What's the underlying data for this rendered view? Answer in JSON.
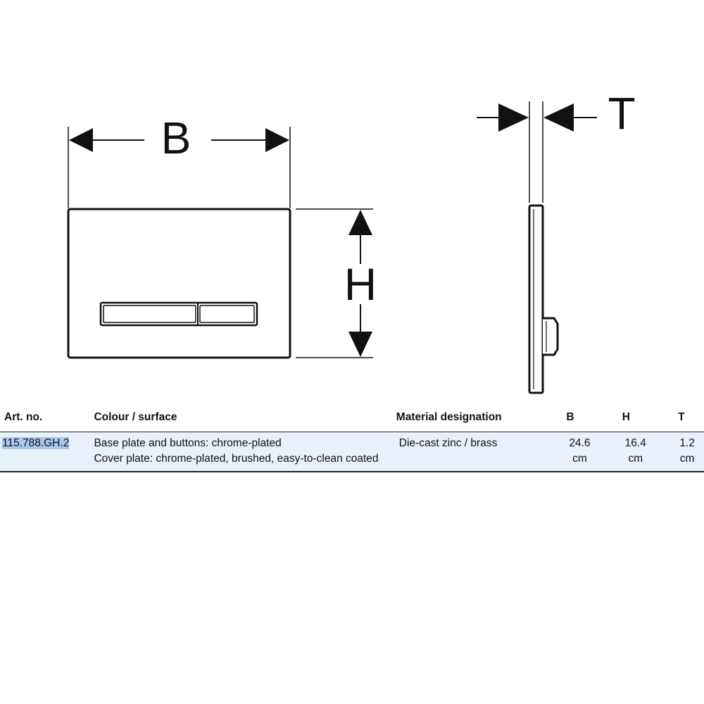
{
  "drawing": {
    "labels": {
      "width": "B",
      "height": "H",
      "thickness": "T"
    }
  },
  "table": {
    "headers": {
      "art_no": "Art. no.",
      "colour_surface": "Colour / surface",
      "material": "Material designation",
      "b": "B",
      "h": "H",
      "t": "T"
    },
    "row": {
      "art_no": "115.788.GH.2",
      "colour_line1": "Base plate and buttons: chrome-plated",
      "colour_line2": "Cover plate: chrome-plated, brushed, easy-to-clean coated",
      "material": "Die-cast zinc / brass",
      "b_value": "24.6",
      "b_unit": "cm",
      "h_value": "16.4",
      "h_unit": "cm",
      "t_value": "1.2",
      "t_unit": "cm"
    }
  }
}
